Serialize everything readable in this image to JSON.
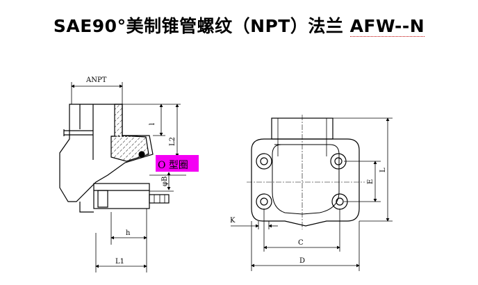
{
  "title": {
    "main": "SAE90°美制锥管螺纹（NPT）法兰 ",
    "code": "AFW--N"
  },
  "labels": {
    "anpt": "ANPT",
    "l_short": "l",
    "l2": "L2",
    "phi_b": "φB",
    "h": "h",
    "l1": "L1",
    "k": "K",
    "c": "C",
    "d": "D",
    "e": "E",
    "l": "L",
    "oring": "O 型圈"
  },
  "colors": {
    "highlight": "#f400f4",
    "line": "#000000"
  }
}
